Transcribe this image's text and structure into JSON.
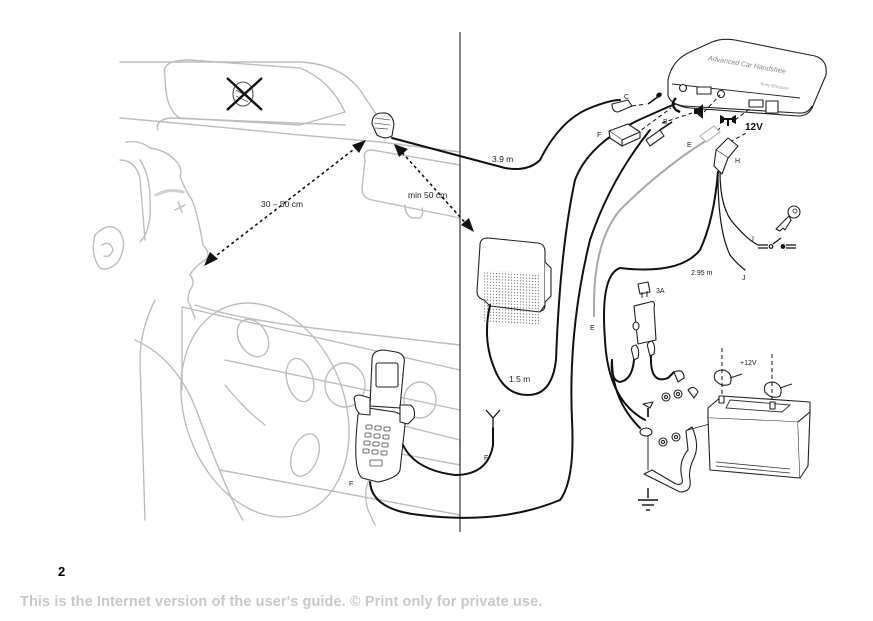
{
  "diagram": {
    "title": "Advanced Car Handsfree installation overview",
    "device": {
      "name": "Advanced Car Handsfree",
      "brand": "Sony Ericsson"
    },
    "connectors": {
      "C": "C",
      "B": "B",
      "F": "F",
      "E": "E",
      "H": "H",
      "I": "I",
      "J": "J",
      "voltage": "12V"
    },
    "measurements": {
      "mic_to_driver": "30 – 50 cm",
      "mic_to_speaker": "min 50 cm",
      "mic_cable": "3.9 m",
      "speaker_cable": "1.5 m",
      "power_cable": "2.95 m"
    },
    "fuse_label": "3A",
    "battery_label": "+12V",
    "icons": [
      "microphone-icon",
      "handset-icon",
      "speaker-icon",
      "antenna-icon",
      "key-icon",
      "ignition-switch-icon",
      "ground-icon",
      "crossed-out-sun-visor-mic-icon"
    ]
  },
  "page_number": "2",
  "footer": "This is the Internet version of the user's guide. © Print only for private use."
}
